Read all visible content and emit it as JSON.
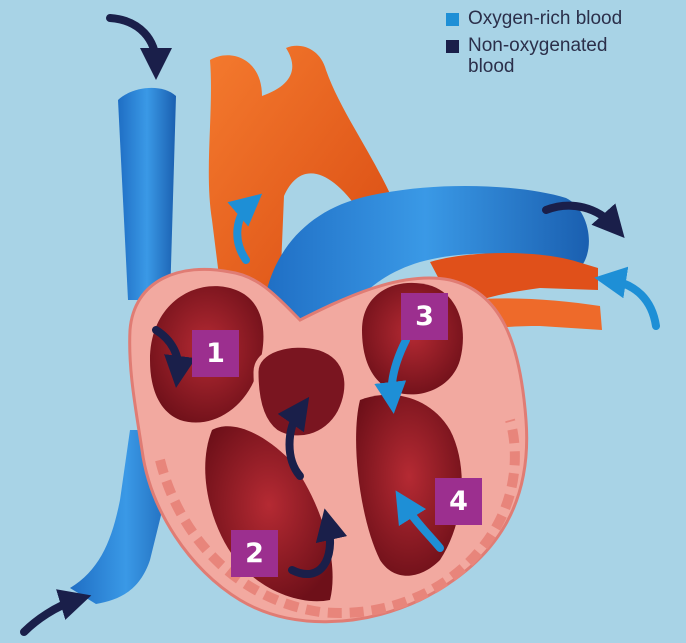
{
  "colors": {
    "background": "#a8d3e6",
    "oxygen_rich": "#1e8fd6",
    "non_oxygenated": "#1a1f4a",
    "badge": "#9c2f8f",
    "aorta": "#f0641e",
    "vein": "#2a7fd0",
    "muscle": "#f2a9a0",
    "chamber": "#8e1a24"
  },
  "legend": {
    "items": [
      {
        "label": "Oxygen-rich blood",
        "color": "#1e8fd6",
        "icon": "square-swatch"
      },
      {
        "label": "Non-oxygenated blood",
        "color": "#1a1f4a",
        "icon": "square-swatch"
      }
    ]
  },
  "badges": [
    {
      "label": "1"
    },
    {
      "label": "2"
    },
    {
      "label": "3"
    },
    {
      "label": "4"
    }
  ]
}
